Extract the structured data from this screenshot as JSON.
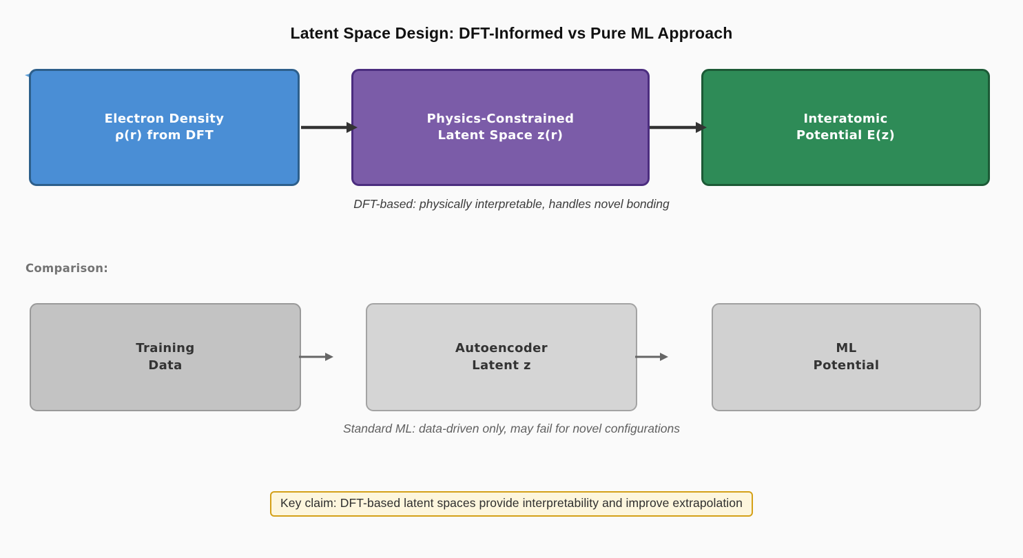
{
  "title": "Latent Space Design: DFT-Informed vs Pure ML Approach",
  "dft_flow": {
    "boxes": [
      {
        "line1": "Electron Density",
        "line2": "ρ(r) from DFT",
        "fill": "#4a8ed5",
        "border": "#2d5f8b"
      },
      {
        "line1": "Physics-Constrained",
        "line2": "Latent Space z(r)",
        "fill": "#7b5ca8",
        "border": "#4b2d7f"
      },
      {
        "line1": "Interatomic",
        "line2": "Potential E(z)",
        "fill": "#2e8b57",
        "border": "#1c5a36"
      }
    ],
    "caption": "DFT-based: physically interpretable, handles novel bonding"
  },
  "comparison_label": "Comparison:",
  "ml_flow": {
    "boxes": [
      {
        "line1": "Training",
        "line2": "Data",
        "fill": "#c3c3c3",
        "border": "#999999"
      },
      {
        "line1": "Autoencoder",
        "line2": "Latent z",
        "fill": "#d5d5d5",
        "border": "#a3a3a3"
      },
      {
        "line1": "ML",
        "line2": "Potential",
        "fill": "#d1d1d1",
        "border": "#a0a0a0"
      }
    ],
    "caption": "Standard ML: data-driven only, may fail for novel configurations"
  },
  "key_claim": {
    "text": "Key claim: DFT-based latent spaces provide interpretability and improve extrapolation",
    "bg": "#fdf6dd",
    "border": "#d4a017"
  },
  "colors": {
    "background": "#fafafa",
    "dft_arrow": "#333333",
    "ml_arrow": "#666666",
    "artifact_blue": "#5e9fd8"
  }
}
